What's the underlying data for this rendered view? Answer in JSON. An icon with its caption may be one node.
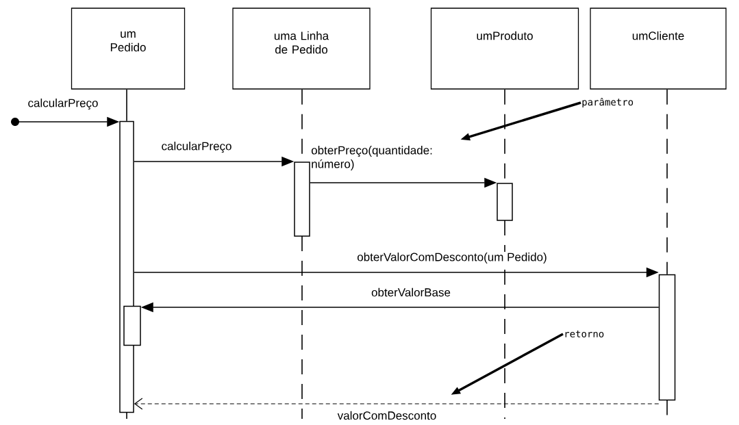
{
  "diagram": {
    "nodes": [
      {
        "text": [
          "um Pedido"
        ]
      },
      {
        "text": [
          "uma Linha de Pedido"
        ]
      },
      {
        "text": [
          "umProduto"
        ]
      },
      {
        "text": [
          "umCliente"
        ]
      },
      {
        "text": [],
        "shape": "circle"
      },
      {
        "text": [],
        "shape": "bar"
      },
      {
        "text": [],
        "shape": "bar"
      },
      {
        "text": [],
        "shape": "bar"
      },
      {
        "text": [],
        "shape": "bar"
      },
      {
        "text": [],
        "shape": "bar"
      },
      {
        "text": [
          "parâmetro"
        ]
      },
      {
        "text": [
          "retorno"
        ]
      }
    ],
    "edges": [
      {
        "from": 0,
        "to": 5,
        "arrow": "none"
      },
      {
        "from": 1,
        "to": 6,
        "arrow": "none",
        "style": "dashed"
      },
      {
        "from": 2,
        "to": 7,
        "arrow": "none",
        "style": "dashed"
      },
      {
        "from": 3,
        "to": 8,
        "arrow": "none",
        "style": "dashed"
      },
      {
        "from": 4,
        "to": 5,
        "arrow": "to",
        "label": "calcularPreço"
      },
      {
        "from": 5,
        "to": 6,
        "arrow": "to",
        "label": "calcularPreço"
      },
      {
        "from": 6,
        "to": 7,
        "arrow": "to",
        "label": "obterPreço(quantidade: número)"
      },
      {
        "from": 5,
        "to": 8,
        "arrow": "to",
        "label": "obterValorComDesconto(um Pedido)"
      },
      {
        "from": 8,
        "to": 9,
        "arrow": "to",
        "label": "obterValorBase"
      },
      {
        "from": 8,
        "to": 5,
        "arrow": "to",
        "label": "valorComDesconto",
        "style": "dashed"
      },
      {
        "from": 10,
        "to": null,
        "arrow": "to",
        "style": "thick"
      },
      {
        "from": 11,
        "to": null,
        "arrow": "to",
        "style": "thick"
      }
    ]
  }
}
